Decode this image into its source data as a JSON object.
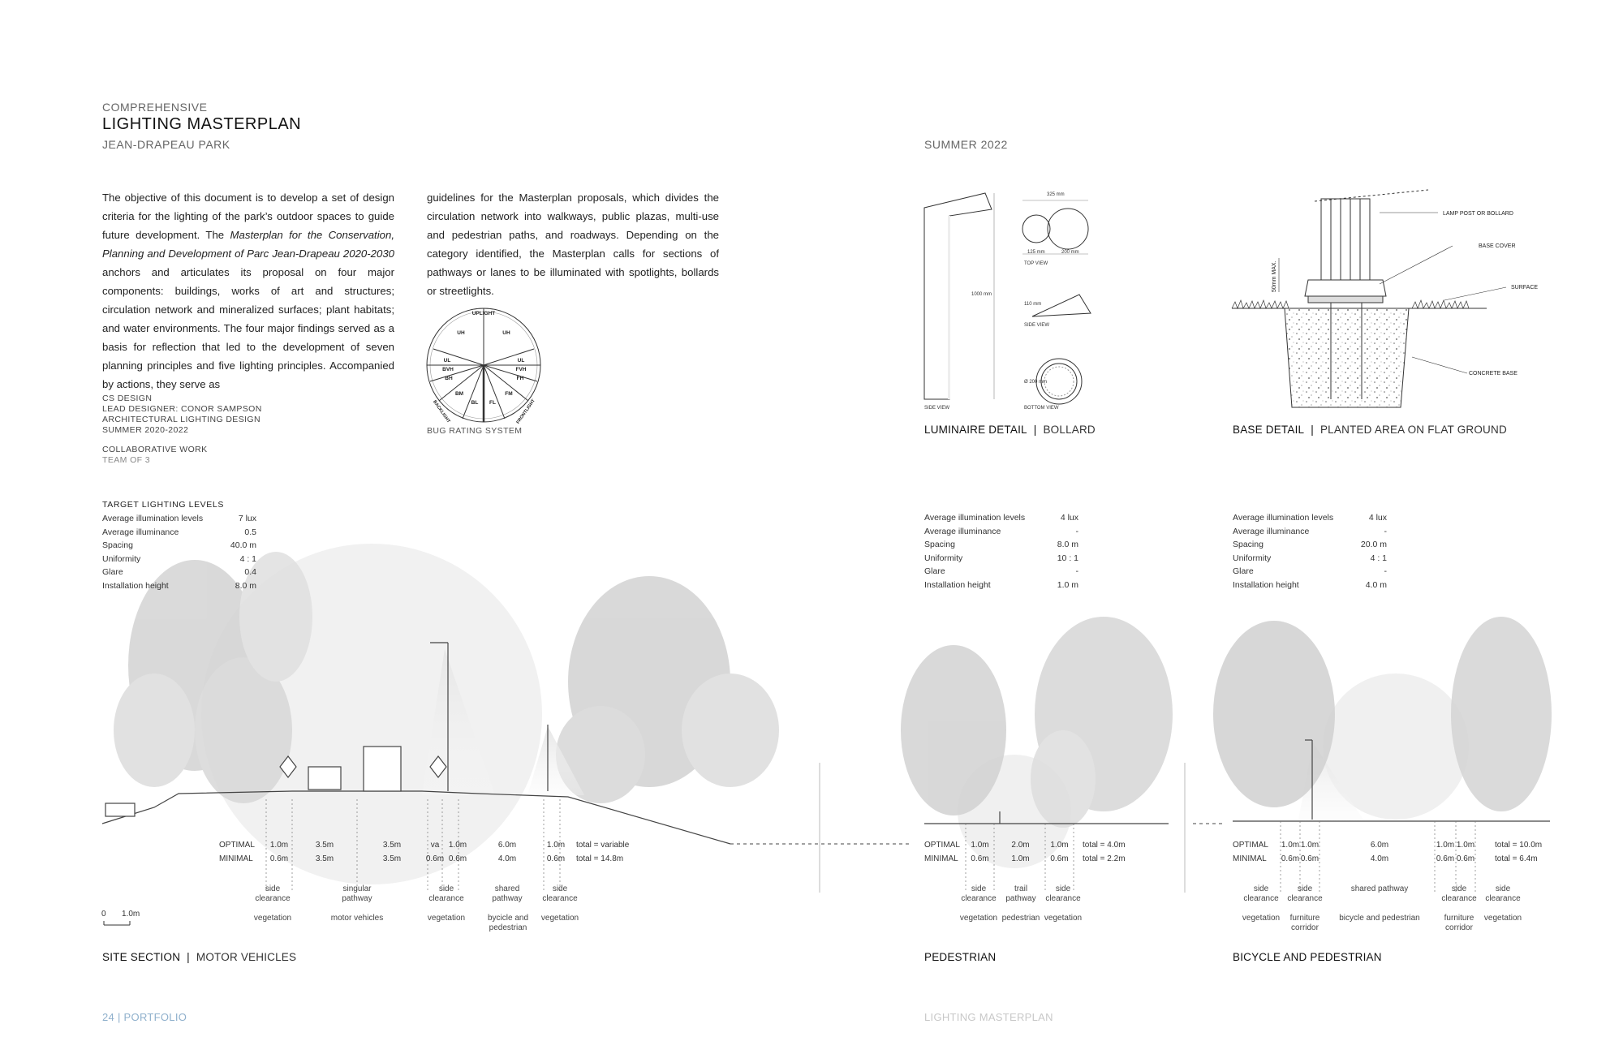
{
  "header": {
    "eyebrow": "COMPREHENSIVE",
    "title": "LIGHTING MASTERPLAN",
    "subtitle": "JEAN-DRAPEAU PARK",
    "date": "SUMMER 2022"
  },
  "body": {
    "col1_a": "The objective of this document is to develop a set of design criteria for the lighting of the park’s outdoor spaces to guide future development. The ",
    "col1_em": "Masterplan for the Conservation, Planning and Development of Parc Jean-Drapeau 2020-2030",
    "col1_b": " anchors and articulates its proposal on four major components: buildings, works of art and structures; circulation network and mineralized surfaces; plant habitats; and water environments. The four major findings served as a basis for reflection that led to the development of seven planning principles and five lighting principles. Accompanied by actions, they serve as",
    "col2": "guidelines for the Masterplan proposals, which divides the circulation network into walkways, public plazas, multi-use and pedestrian paths, and roadways. Depending on the category identified, the Masterplan calls for sections of pathways or lanes to be illuminated with spotlights, bollards or streetlights."
  },
  "credits": {
    "line1": "CS DESIGN",
    "line2": "LEAD DESIGNER: CONOR SAMPSON",
    "line3": "ARCHITECTURAL LIGHTING DESIGN",
    "line4": "SUMMER 2020-2022",
    "line5": "COLLABORATIVE WORK",
    "line6": "TEAM OF 3"
  },
  "bug": {
    "caption": "BUG RATING SYSTEM",
    "labels": [
      "UPLIGHT",
      "UH",
      "UH",
      "UL",
      "UL",
      "BVH",
      "FVH",
      "BH",
      "FH",
      "BM",
      "FM",
      "BL",
      "FL",
      "BACKLIGHT",
      "FRONTLIGHT"
    ]
  },
  "luminaire": {
    "caption_bold": "LUMINAIRE DETAIL",
    "caption_light": "BOLLARD",
    "side_view": "SIDE VIEW",
    "top_view": "TOP VIEW",
    "side_view2": "SIDE VIEW",
    "bottom_view": "BOTTOM VIEW",
    "dim_325": "325 mm",
    "dim_125": "125 mm",
    "dim_200": "200 mm",
    "dim_1000": "1000 mm",
    "dim_110": "110 mm",
    "dim_d200": "Ø 200 mm"
  },
  "base": {
    "caption_bold": "BASE DETAIL",
    "caption_light": "PLANTED AREA ON FLAT GROUND",
    "lamp_post": "LAMP POST OR BOLLARD",
    "base_cover": "BASE COVER",
    "surface": "SURFACE",
    "concrete_base": "CONCRETE BASE",
    "max": "50mm MAX."
  },
  "levels_motor": {
    "head": "TARGET LIGHTING LEVELS",
    "rows": [
      {
        "k": "Average illumination levels",
        "v": "7 lux"
      },
      {
        "k": "Average illuminance",
        "v": "0.5"
      },
      {
        "k": "Spacing",
        "v": "40.0 m"
      },
      {
        "k": "Uniformity",
        "v": "4 : 1"
      },
      {
        "k": "Glare",
        "v": "0.4"
      },
      {
        "k": "Installation height",
        "v": "8.0 m"
      }
    ]
  },
  "levels_ped": {
    "rows": [
      {
        "k": "Average illumination levels",
        "v": "4 lux"
      },
      {
        "k": "Average illuminance",
        "v": "-"
      },
      {
        "k": "Spacing",
        "v": "8.0 m"
      },
      {
        "k": "Uniformity",
        "v": "10 : 1"
      },
      {
        "k": "Glare",
        "v": "-"
      },
      {
        "k": "Installation height",
        "v": "1.0 m"
      }
    ]
  },
  "levels_bike": {
    "rows": [
      {
        "k": "Average illumination levels",
        "v": "4 lux"
      },
      {
        "k": "Average illuminance",
        "v": "-"
      },
      {
        "k": "Spacing",
        "v": "20.0 m"
      },
      {
        "k": "Uniformity",
        "v": "4 : 1"
      },
      {
        "k": "Glare",
        "v": "-"
      },
      {
        "k": "Installation height",
        "v": "4.0 m"
      }
    ]
  },
  "motor": {
    "optimal": "OPTIMAL",
    "minimal": "MINIMAL",
    "opt": [
      "1.0m",
      "3.5m",
      "3.5m",
      "va",
      "1.0m",
      "6.0m",
      "1.0m",
      "total = variable"
    ],
    "min": [
      "0.6m",
      "3.5m",
      "3.5m",
      "0.6m",
      "0.6m",
      "4.0m",
      "0.6m",
      "total = 14.8m"
    ],
    "lbl1": [
      "side\nclearance",
      "singular\npathway",
      "side\nclearance",
      "shared\npathway",
      "side\nclearance"
    ],
    "lbl2": [
      "vegetation",
      "motor vehicles",
      "vegetation",
      "bycicle and\npedestrian",
      "vegetation"
    ],
    "caption_bold": "SITE SECTION",
    "caption_light": "MOTOR VEHICLES",
    "scale_0": "0",
    "scale_1": "1.0m"
  },
  "ped": {
    "optimal": "OPTIMAL",
    "minimal": "MINIMAL",
    "opt": [
      "1.0m",
      "2.0m",
      "1.0m",
      "total = 4.0m"
    ],
    "min": [
      "0.6m",
      "1.0m",
      "0.6m",
      "total = 2.2m"
    ],
    "lbl1": [
      "side\nclearance",
      "trail\npathway",
      "side\nclearance"
    ],
    "lbl2": [
      "vegetation",
      "pedestrian",
      "vegetation"
    ],
    "caption": "PEDESTRIAN"
  },
  "bike": {
    "optimal": "OPTIMAL",
    "minimal": "MINIMAL",
    "opt": [
      "1.0m",
      "1.0m",
      "6.0m",
      "1.0m",
      "1.0m",
      "total = 10.0m"
    ],
    "min": [
      "0.6m",
      "0.6m",
      "4.0m",
      "0.6m",
      "0.6m",
      "total = 6.4m"
    ],
    "lbl1": [
      "side\nclearance",
      "side\nclearance",
      "shared pathway",
      "side\nclearance",
      "side\nclearance"
    ],
    "lbl2": [
      "vegetation",
      "furniture\ncorridor",
      "bicycle and pedestrian",
      "furniture\ncorridor",
      "vegetation"
    ],
    "caption": "BICYCLE AND PEDESTRIAN"
  },
  "footer": {
    "left": "24  |  PORTFOLIO",
    "right": "LIGHTING MASTERPLAN"
  },
  "colors": {
    "footer_blue": "#8fb0cc",
    "tree_grey": "#c9c9c9",
    "light_cone": "#ececec"
  }
}
